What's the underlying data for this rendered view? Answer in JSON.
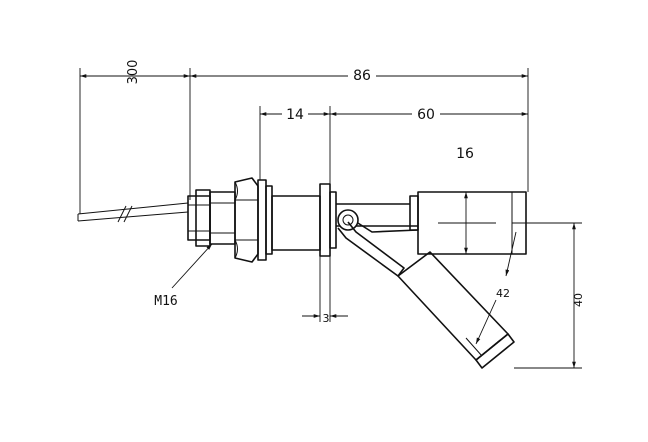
{
  "diagram": {
    "dimensions": {
      "cable_length": "300",
      "overall_length": "86",
      "housing_length": "14",
      "float_arm_length": "60",
      "float_diameter": "16",
      "float_length": "42",
      "drop_height": "40",
      "flange_thickness": "3"
    },
    "thread_label": "M16"
  }
}
